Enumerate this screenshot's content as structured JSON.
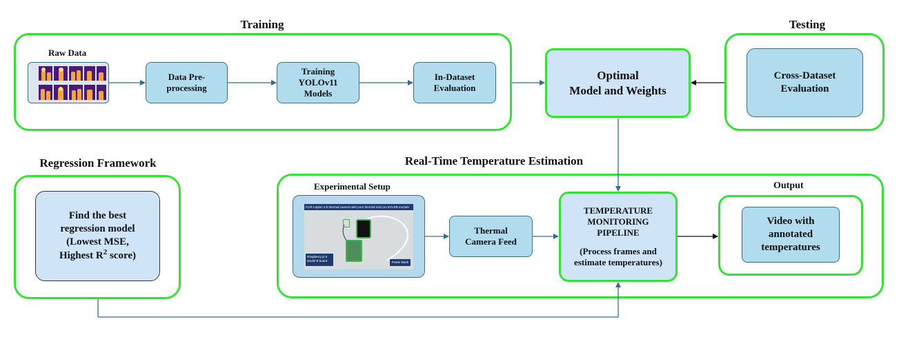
{
  "titles": {
    "training": "Training",
    "testing": "Testing",
    "regression": "Regression Framework",
    "realtime": "Real-Time Temperature Estimation"
  },
  "training": {
    "raw_data_label": "Raw Data",
    "preprocessing": [
      "Data Pre-",
      "processing"
    ],
    "training_models": [
      "Training",
      "YOLOv11",
      "Models"
    ],
    "in_dataset": [
      "In-Dataset",
      "Evaluation"
    ]
  },
  "optimal": [
    "Optimal",
    "Model and Weights"
  ],
  "testing": {
    "cross_dataset": [
      "Cross-Dataset",
      "Evaluation"
    ]
  },
  "regression": {
    "line1": "Find the best",
    "line2": "regression model",
    "line3": "(Lowest MSE,",
    "line4_a": "Highest R",
    "line4_sup": "2",
    "line4_b": " score)"
  },
  "realtime": {
    "experimental_setup_label": "Experimental Setup",
    "photo_caption_top": "FLIR Lepton 3.5 thermal camera with pure thermal mini pro BYLRB module",
    "photo_caption_left": [
      "Raspberry pi 5",
      "Model B board"
    ],
    "photo_caption_right": "Power Bank",
    "thermal_feed": [
      "Thermal",
      "Camera Feed"
    ],
    "pipeline": [
      "TEMPERATURE",
      "MONITORING",
      "PIPELINE",
      "",
      "(Process frames and",
      "estimate temperatures)"
    ],
    "output_label": "Output",
    "output_box": [
      "Video with",
      "annotated",
      "temperatures"
    ]
  },
  "colors": {
    "group_border": "#33e333",
    "box_fill": "#b0dced",
    "highlight_fill": "#cfe4f7",
    "connector": "#2f6f93"
  }
}
